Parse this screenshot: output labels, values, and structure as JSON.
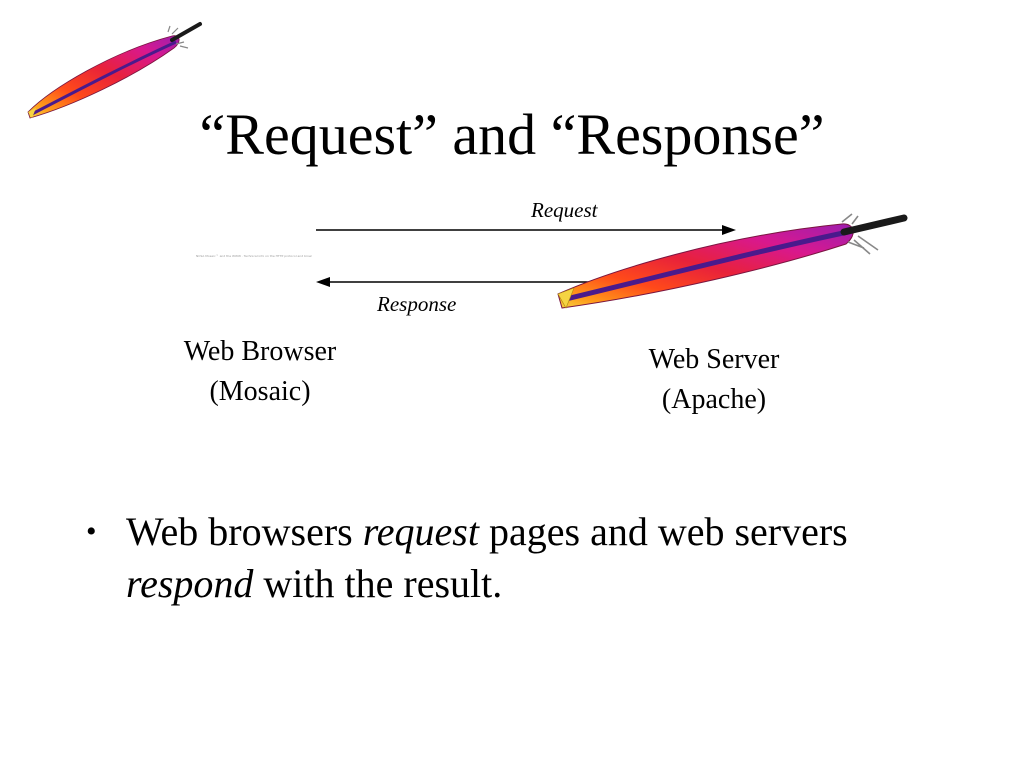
{
  "slide": {
    "title": "“Request” and “Response”",
    "diagram": {
      "request_label": "Request",
      "response_label": "Response",
      "tiny_screenshot_text": "NCSA Mosaic™ and the WWW · Technical info on the HTTP protocol and browsers",
      "browser": {
        "line1": "Web Browser",
        "line2": "(Mosaic)"
      },
      "server": {
        "line1": "Web Server",
        "line2": "(Apache)"
      }
    },
    "bullet": {
      "mark": "•",
      "part1": "Web browsers ",
      "emph1": "request",
      "part2": " pages and web servers ",
      "emph2": "respond",
      "part3": " with the result."
    }
  },
  "icons": {
    "logo": "apache-feather-icon",
    "server": "apache-feather-icon"
  },
  "colors": {
    "feather_tip": "#f5d442",
    "feather_orange": "#ff6a1a",
    "feather_red": "#e8213b",
    "feather_magenta": "#d8188f",
    "feather_purple": "#5b1fa6",
    "feather_quill": "#1a1a1a"
  }
}
